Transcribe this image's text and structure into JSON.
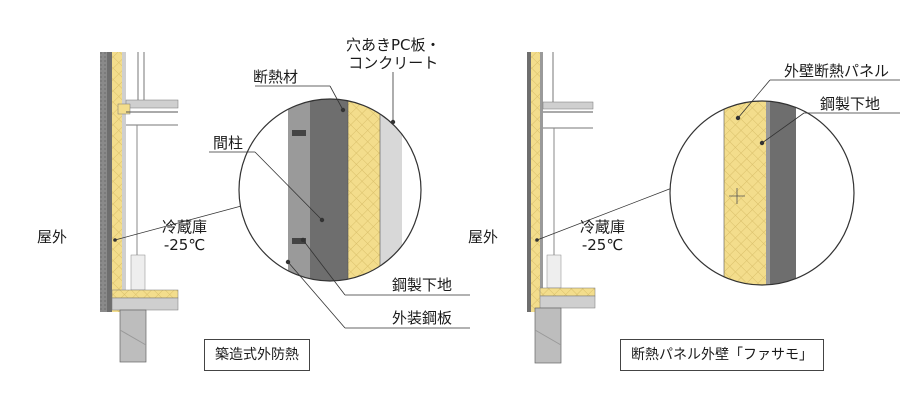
{
  "left": {
    "outside": "屋外",
    "freezer": [
      "冷蔵庫",
      "-25℃"
    ],
    "insulation": "断熱材",
    "pc_board": [
      "穴あきPC板・",
      "コンクリート"
    ],
    "stud": "間柱",
    "steel_base": "鋼製下地",
    "exterior_steel": "外装鋼板",
    "caption": "築造式外防熱"
  },
  "right": {
    "outside": "屋外",
    "freezer": [
      "冷蔵庫",
      "-25℃"
    ],
    "panel": "外壁断熱パネル",
    "steel_base": "鋼製下地",
    "caption": "断熱パネル外壁「ファサモ」"
  },
  "colors": {
    "insulation": "#f3dd8c",
    "steel_dark": "#6e6e6e",
    "steel_mid": "#9a9a9a",
    "concrete": "#cfcfcf",
    "line": "#333333"
  }
}
